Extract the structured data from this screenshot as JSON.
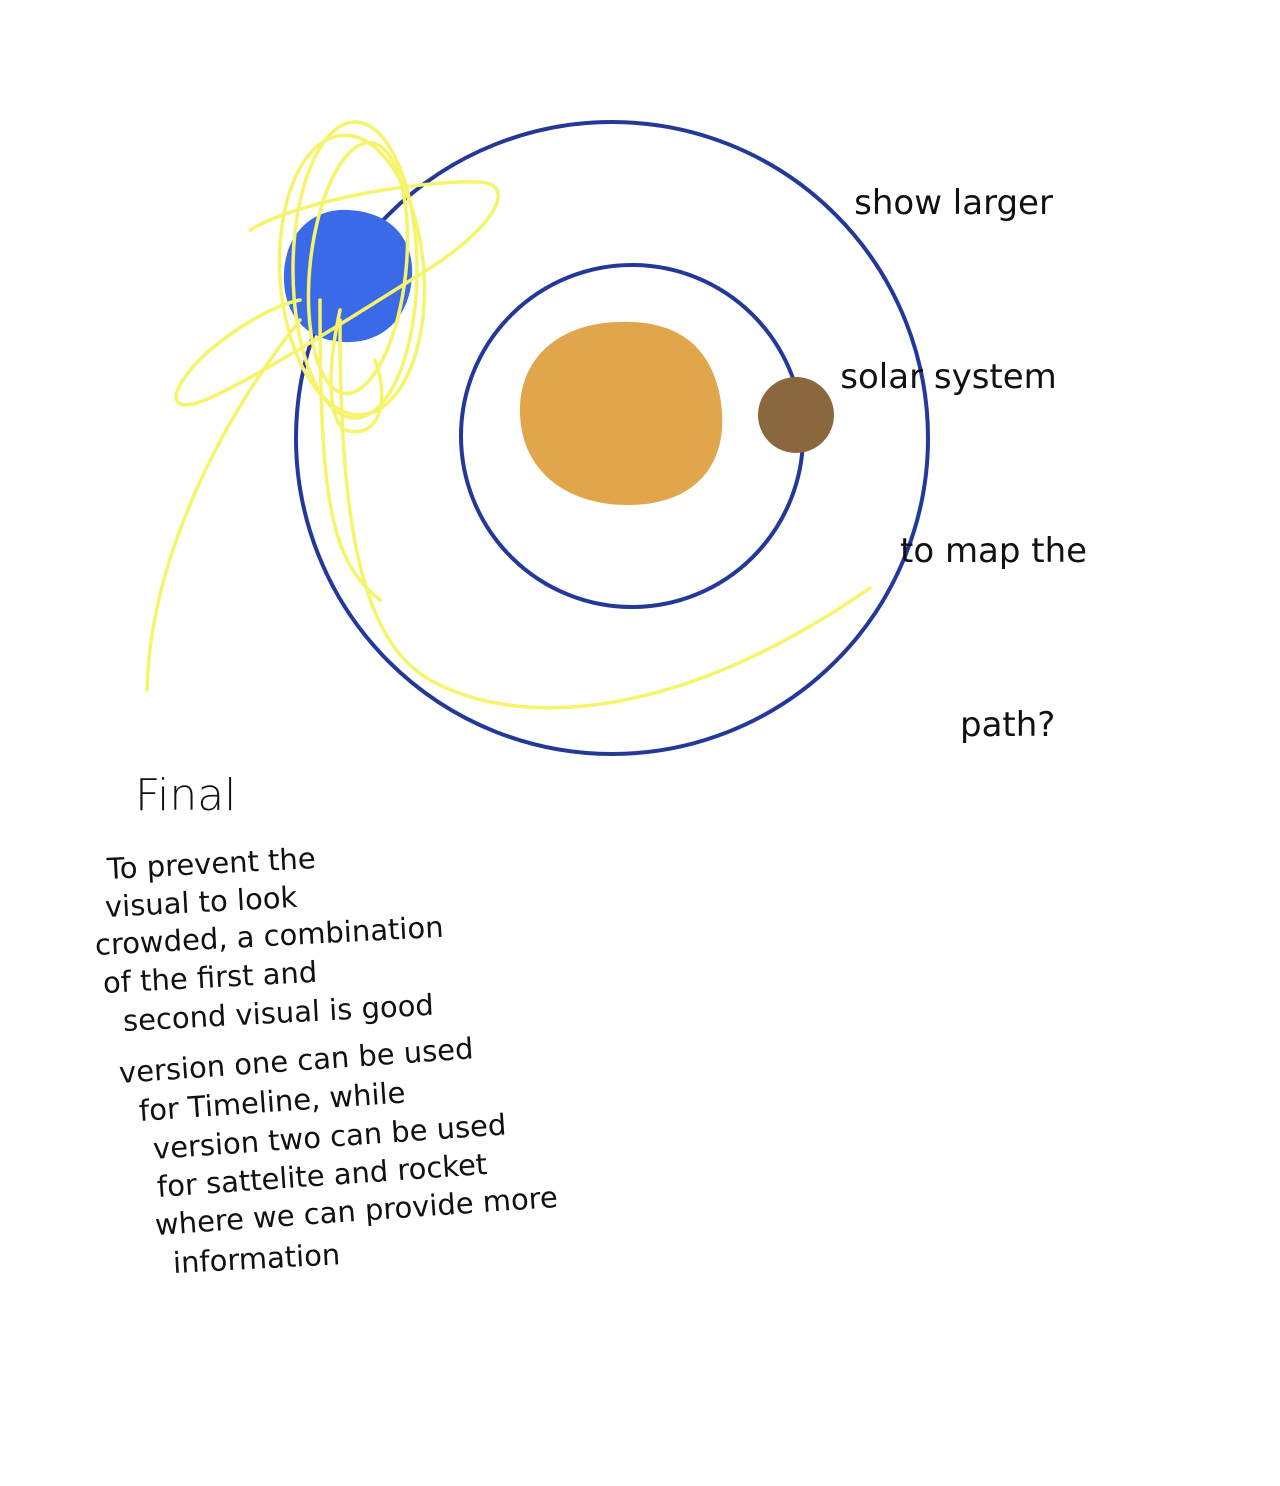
{
  "colors": {
    "background": "#ffffff",
    "orbit_lines": "#22399a",
    "sun": "#e1a54b",
    "inner_planet": "#8b6740",
    "earth": "#3b6ae8",
    "trajectory": "#f6f46a",
    "ink": "#111111"
  },
  "top_note": {
    "lines": [
      "show larger",
      "solar system",
      "to map the",
      "path?"
    ]
  },
  "final_note": {
    "title": "Final",
    "lines": [
      "To prevent the",
      "visual to look",
      "crowded, a combination",
      "of the first and",
      "second visual is good",
      "version one can be used",
      "for Timeline, while",
      "version two can be used",
      "for sattelite and rocket",
      "where we can provide more",
      "information"
    ]
  }
}
